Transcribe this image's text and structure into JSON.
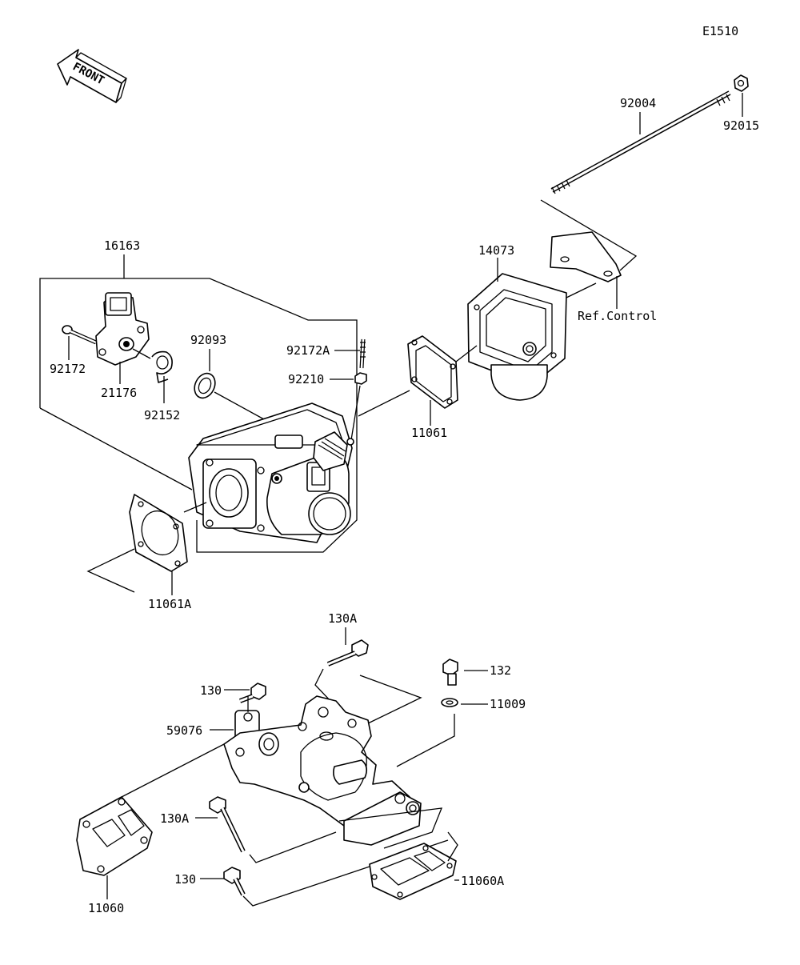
{
  "diagram_code": "E1510",
  "front_label": "FRONT",
  "ref_label": "Ref.Control",
  "parts": {
    "p92004": "92004",
    "p92015": "92015",
    "p16163": "16163",
    "p14073": "14073",
    "p92172": "92172",
    "p21176": "21176",
    "p92093": "92093",
    "p92152": "92152",
    "p92172A": "92172A",
    "p92210": "92210",
    "p11061": "11061",
    "p11061A": "11061A",
    "p130A_top": "130A",
    "p130_top": "130",
    "p132": "132",
    "p11009": "11009",
    "p59076": "59076",
    "p130A_bot": "130A",
    "p130_bot": "130",
    "p11060": "11060",
    "p11060A": "11060A"
  }
}
